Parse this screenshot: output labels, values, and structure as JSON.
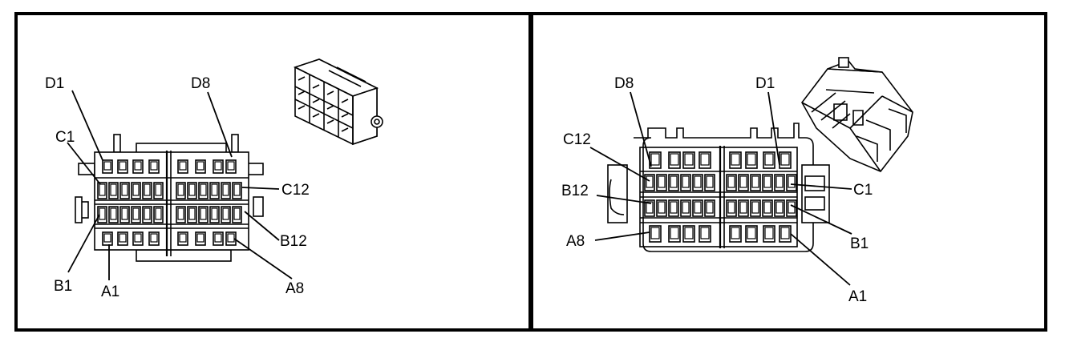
{
  "diagram": {
    "left_view": {
      "pin_labels": {
        "d1": "D1",
        "d8": "D8",
        "c1": "C1",
        "c12": "C12",
        "b1": "B1",
        "b12": "B12",
        "a1": "A1",
        "a8": "A8"
      }
    },
    "right_view": {
      "pin_labels": {
        "d8": "D8",
        "d1": "D1",
        "c12": "C12",
        "c1": "C1",
        "b12": "B12",
        "b1": "B1",
        "a8": "A8",
        "a1": "A1"
      }
    }
  }
}
